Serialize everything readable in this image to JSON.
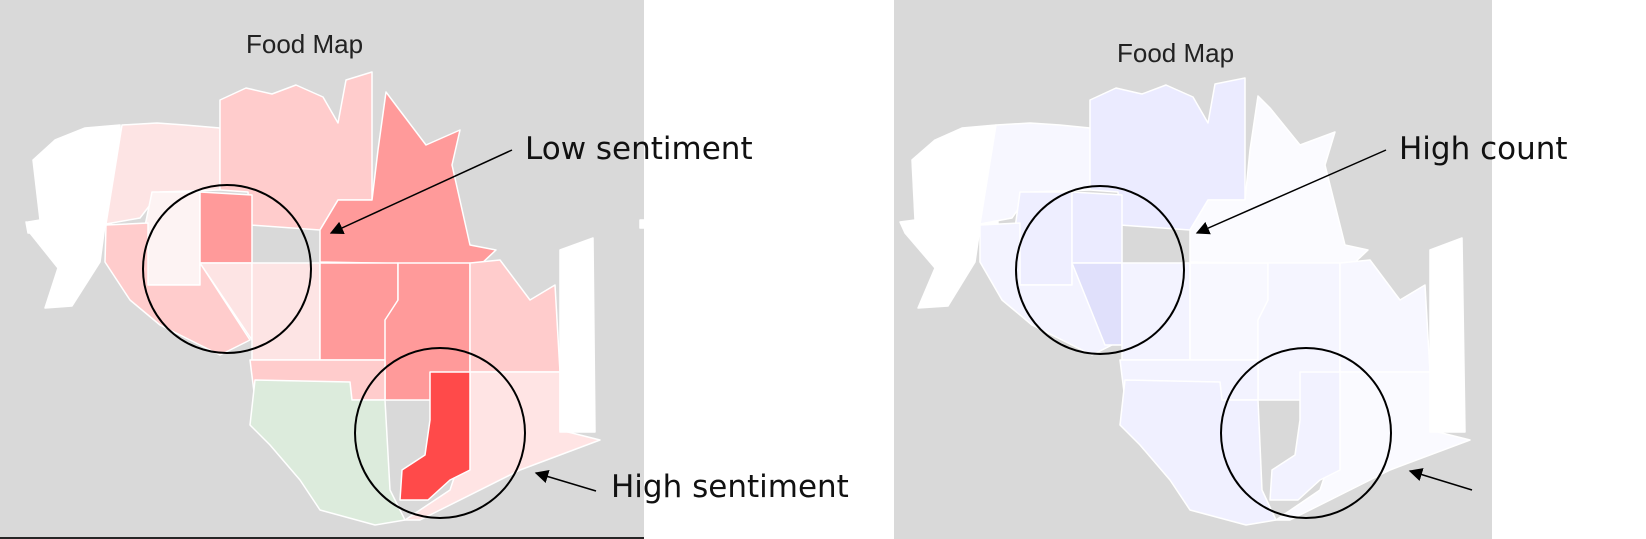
{
  "colors": {
    "background": "#d9d9d9",
    "negative_region": "#dcebdc",
    "sentiment_scale": [
      "#fde4e4",
      "#ffcccc",
      "#ff9a9a",
      "#ff4a4a"
    ],
    "count_scale": [
      "#f7f7ff",
      "#ebebff",
      "#e0e0fb"
    ]
  },
  "maps": [
    {
      "title": "Food Map",
      "encoding": "sentiment",
      "color_scale": "red"
    },
    {
      "title": "Food Map",
      "encoding": "count",
      "color_scale": "blue"
    }
  ],
  "annotations": {
    "low_sentiment": "Low sentiment",
    "high_sentiment": "High sentiment",
    "high_count": "High count"
  }
}
